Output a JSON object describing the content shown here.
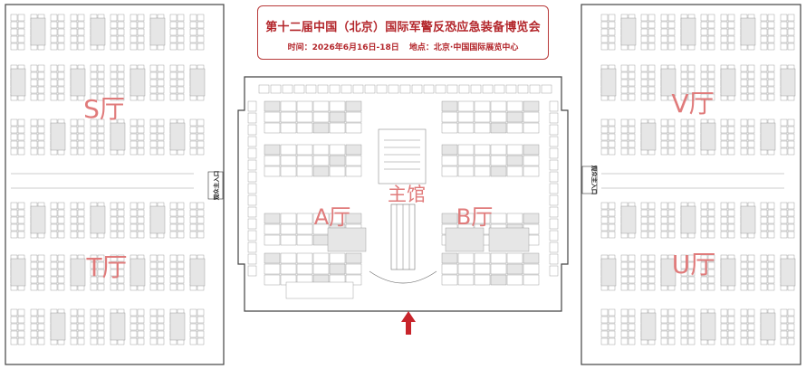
{
  "header": {
    "title": "第十二届中国（北京）国际军警反恐应急装备博览会",
    "time_label": "时间：2026年6月16日-18日",
    "venue_label": "地点：北京·中国国际展览中心"
  },
  "halls": {
    "s": "S厅",
    "t": "T厅",
    "v": "V厅",
    "u": "U厅",
    "main": "主馆",
    "a": "A厅",
    "b": "B厅"
  },
  "entrances": {
    "left": "观众主入口",
    "right": "观众主入口"
  },
  "colors": {
    "accent": "#b3262b",
    "hall_label": "#e07b7b",
    "booth_fill": "#e6e6e6",
    "booth_stroke": "#8a8a8a",
    "grid_line": "#b0b0b0"
  }
}
